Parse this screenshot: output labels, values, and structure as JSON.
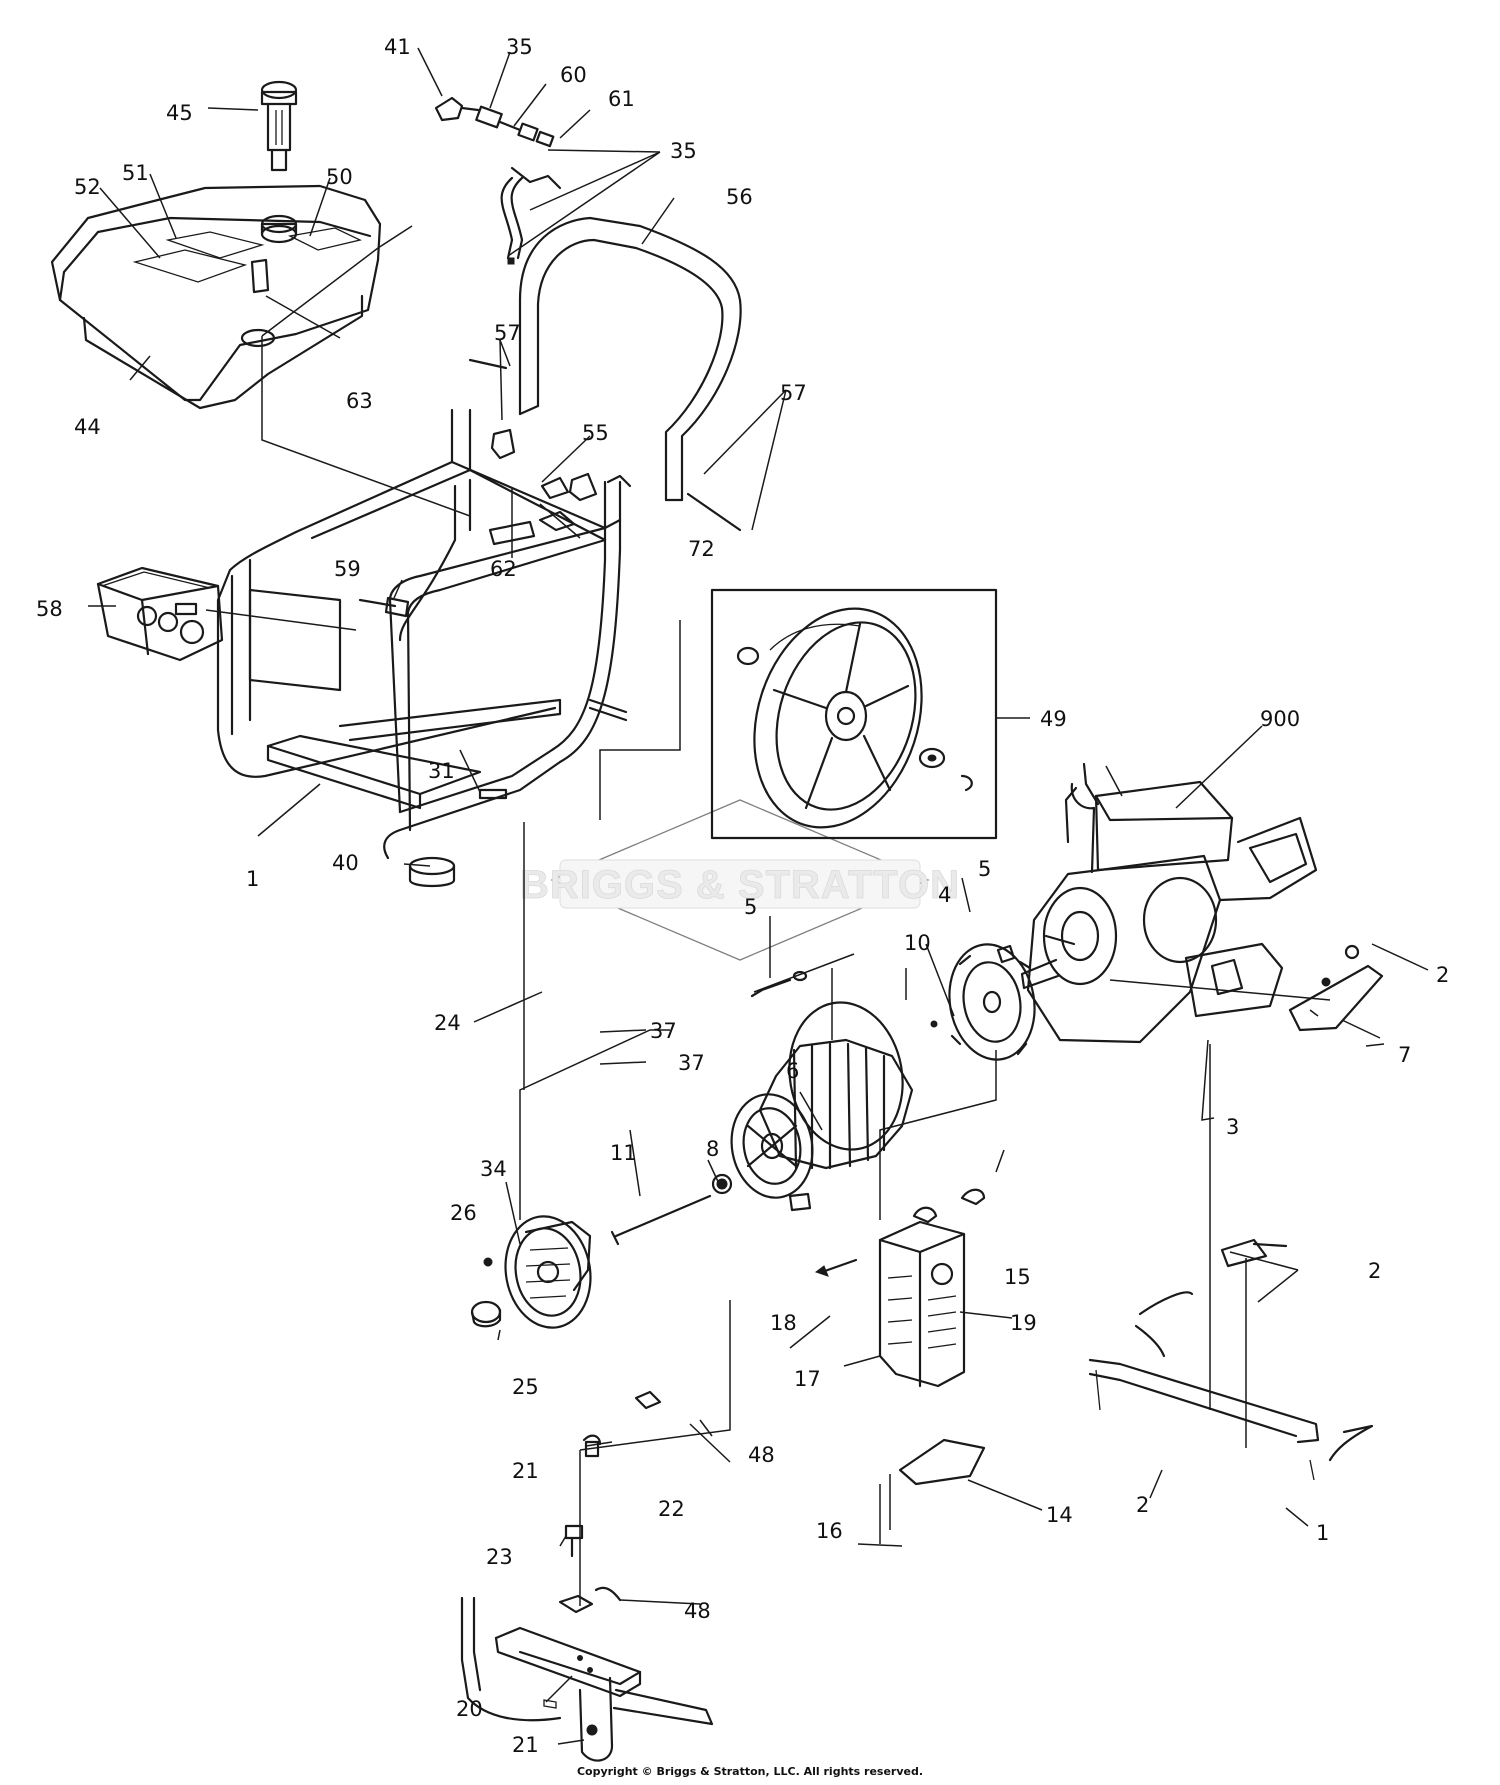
{
  "diagram": {
    "watermark": "BRIGGS & STRATTON",
    "copyright": "Copyright © Briggs & Stratton, LLC. All rights reserved."
  },
  "callouts": [
    {
      "id": "c41",
      "label": "41"
    },
    {
      "id": "c35a",
      "label": "35"
    },
    {
      "id": "c60",
      "label": "60"
    },
    {
      "id": "c61",
      "label": "61"
    },
    {
      "id": "c35b",
      "label": "35"
    },
    {
      "id": "c45",
      "label": "45"
    },
    {
      "id": "c52",
      "label": "52"
    },
    {
      "id": "c51",
      "label": "51"
    },
    {
      "id": "c50",
      "label": "50"
    },
    {
      "id": "c56",
      "label": "56"
    },
    {
      "id": "c57a",
      "label": "57"
    },
    {
      "id": "c57b",
      "label": "57"
    },
    {
      "id": "c63",
      "label": "63"
    },
    {
      "id": "c44",
      "label": "44"
    },
    {
      "id": "c55",
      "label": "55"
    },
    {
      "id": "c62",
      "label": "62"
    },
    {
      "id": "c72",
      "label": "72"
    },
    {
      "id": "c59",
      "label": "59"
    },
    {
      "id": "c58",
      "label": "58"
    },
    {
      "id": "c49",
      "label": "49"
    },
    {
      "id": "c900",
      "label": "900"
    },
    {
      "id": "c31",
      "label": "31"
    },
    {
      "id": "c1a",
      "label": "1"
    },
    {
      "id": "c40",
      "label": "40"
    },
    {
      "id": "c5a",
      "label": "5"
    },
    {
      "id": "c5b",
      "label": "5"
    },
    {
      "id": "c4",
      "label": "4"
    },
    {
      "id": "c10",
      "label": "10"
    },
    {
      "id": "c2a",
      "label": "2"
    },
    {
      "id": "c7",
      "label": "7"
    },
    {
      "id": "c37a",
      "label": "37"
    },
    {
      "id": "c24",
      "label": "24"
    },
    {
      "id": "c37b",
      "label": "37"
    },
    {
      "id": "c6",
      "label": "6"
    },
    {
      "id": "c3",
      "label": "3"
    },
    {
      "id": "c8",
      "label": "8"
    },
    {
      "id": "c34",
      "label": "34"
    },
    {
      "id": "c11",
      "label": "11"
    },
    {
      "id": "c26",
      "label": "26"
    },
    {
      "id": "c15",
      "label": "15"
    },
    {
      "id": "c2b",
      "label": "2"
    },
    {
      "id": "c18",
      "label": "18"
    },
    {
      "id": "c19",
      "label": "19"
    },
    {
      "id": "c25",
      "label": "25"
    },
    {
      "id": "c17",
      "label": "17"
    },
    {
      "id": "c21a",
      "label": "21"
    },
    {
      "id": "c48a",
      "label": "48"
    },
    {
      "id": "c22",
      "label": "22"
    },
    {
      "id": "c14",
      "label": "14"
    },
    {
      "id": "c2c",
      "label": "2"
    },
    {
      "id": "c1b",
      "label": "1"
    },
    {
      "id": "c16",
      "label": "16"
    },
    {
      "id": "c23",
      "label": "23"
    },
    {
      "id": "c48b",
      "label": "48"
    },
    {
      "id": "c20",
      "label": "20"
    },
    {
      "id": "c21b",
      "label": "21"
    }
  ]
}
